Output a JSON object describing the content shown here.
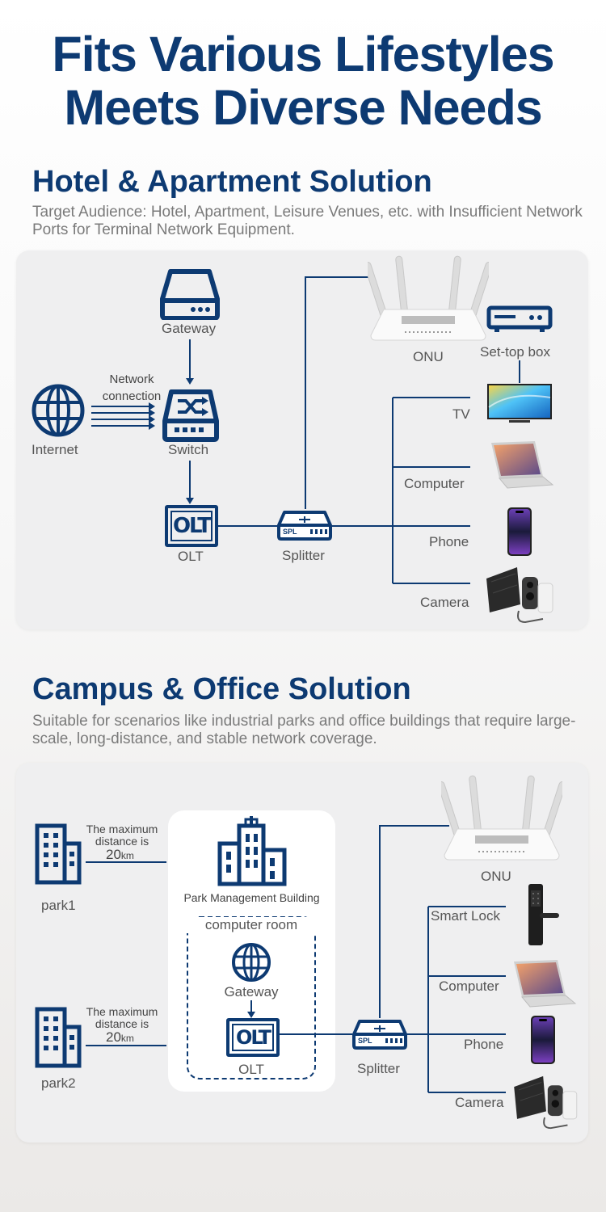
{
  "heading": {
    "line1": "Fits Various Lifestyles",
    "line2": "Meets Diverse Needs"
  },
  "hotel": {
    "title": "Hotel & Apartment Solution",
    "description": "Target Audience: Hotel, Apartment, Leisure Venues, etc. with Insufficient Network Ports for Terminal Network Equipment.",
    "labels": {
      "gateway": "Gateway",
      "network_line1": "Network",
      "network_line2": "connection",
      "internet": "Internet",
      "switch": "Switch",
      "olt": "OLT",
      "splitter": "Splitter",
      "onu": "ONU",
      "settop": "Set-top box",
      "tv": "TV",
      "computer": "Computer",
      "phone": "Phone",
      "camera": "Camera"
    }
  },
  "campus": {
    "title": "Campus & Office Solution",
    "description": "Suitable for scenarios like industrial parks and office buildings that require large-scale, long-distance, and stable network coverage.",
    "labels": {
      "max_line1": "The maximum",
      "max_line2": "distance is",
      "km_value": "20",
      "km_unit": "km",
      "park1": "park1",
      "park2": "park2",
      "building": "Park Management Building",
      "computer_room": "computer room",
      "gateway": "Gateway",
      "olt": "OLT",
      "splitter": "Splitter",
      "onu": "ONU",
      "smart_lock": "Smart Lock",
      "computer": "Computer",
      "phone": "Phone",
      "camera": "Camera"
    }
  },
  "icon_text": {
    "olt": "OLT",
    "spl": "SPL"
  },
  "colors": {
    "navy": "#0d3a72",
    "panel": "#efeff0",
    "text": "#555555"
  }
}
